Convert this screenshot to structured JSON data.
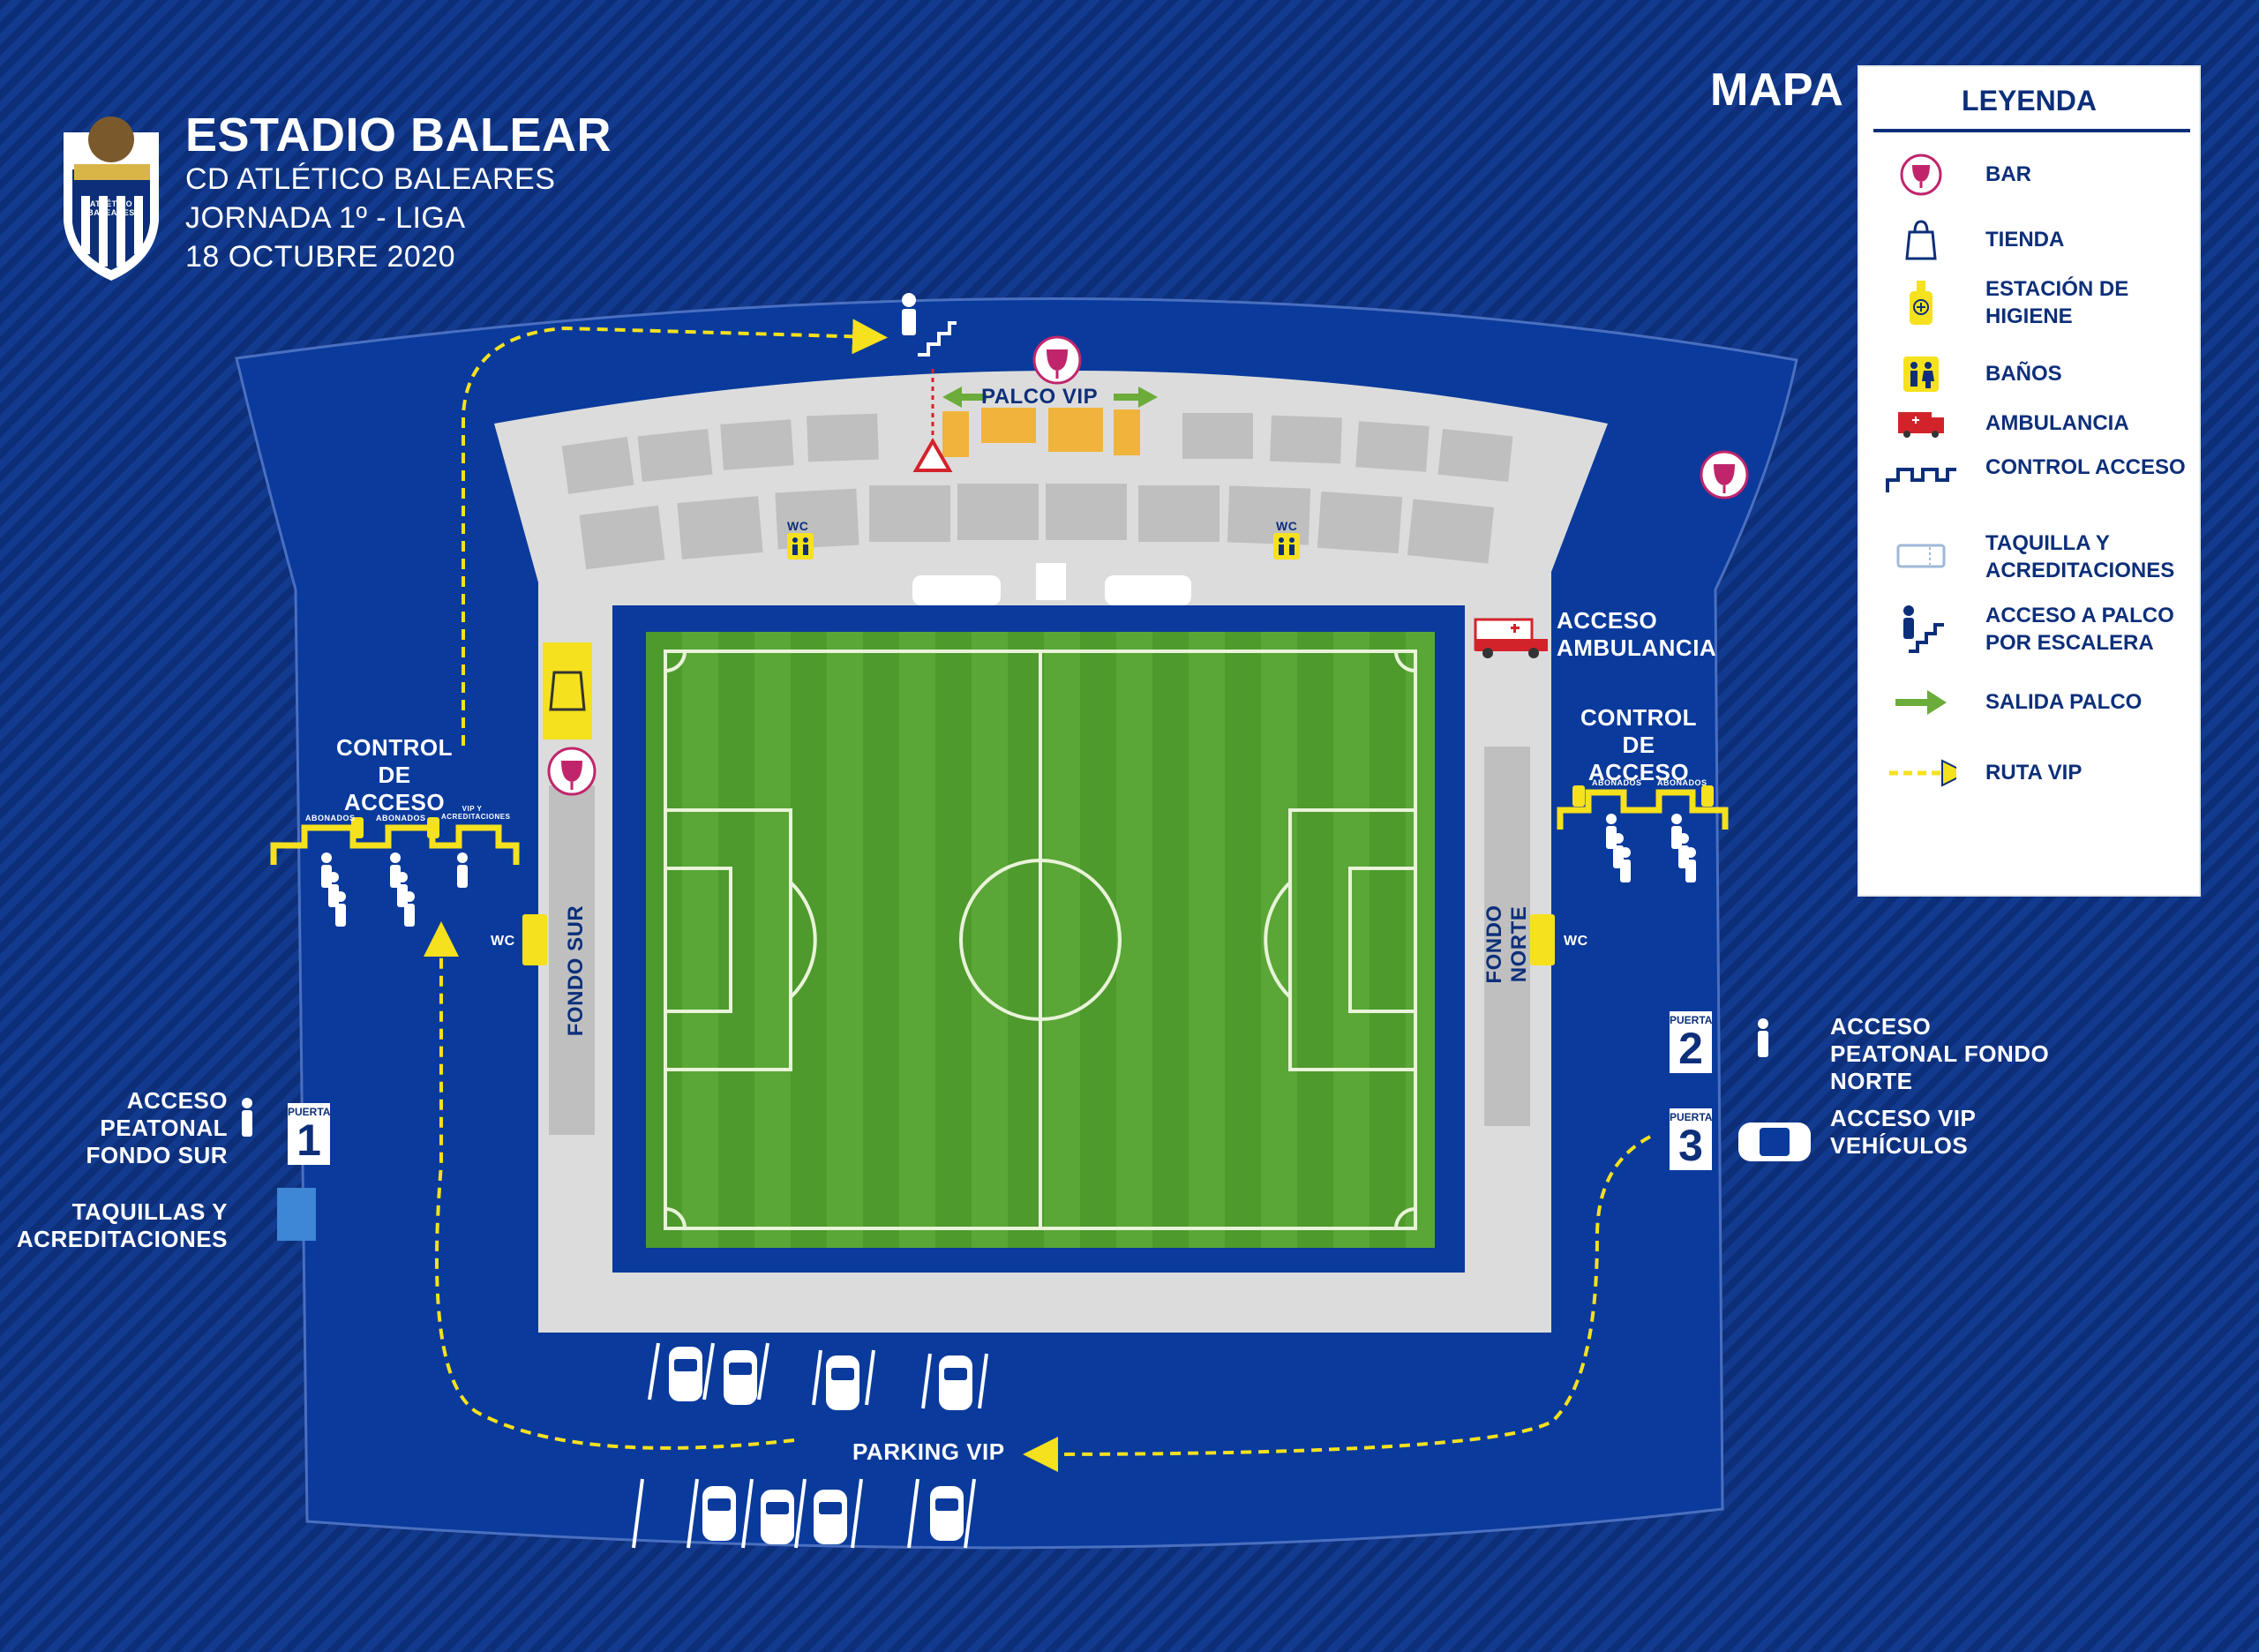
{
  "header": {
    "title": "ESTADIO BALEAR",
    "club": "CD ATLÉTICO BALEARES",
    "matchday": "JORNADA 1º - LIGA",
    "date": "18 OCTUBRE 2020",
    "crest_text": "ATLÉTICO BALEARES"
  },
  "map_label": "MAPA",
  "legend": {
    "title": "LEYENDA",
    "items": [
      {
        "icon": "bar-icon",
        "label": "BAR"
      },
      {
        "icon": "shopping-bag-icon",
        "label": "TIENDA"
      },
      {
        "icon": "hand-sanitizer-icon",
        "label": "ESTACIÓN DE HIGIENE"
      },
      {
        "icon": "restroom-icon",
        "label": "BAÑOS"
      },
      {
        "icon": "ambulance-icon",
        "label": "AMBULANCIA"
      },
      {
        "icon": "access-control-icon",
        "label": "CONTROL ACCESO"
      },
      {
        "icon": "ticket-icon",
        "label": "TAQUILLA Y ACREDITACIONES"
      },
      {
        "icon": "stairs-icon",
        "label": "ACCESO A PALCO POR ESCALERA"
      },
      {
        "icon": "green-arrow-icon",
        "label": "SALIDA PALCO"
      },
      {
        "icon": "dashed-arrow-icon",
        "label": "RUTA VIP"
      }
    ]
  },
  "labels": {
    "palco_vip": "PALCO VIP",
    "wc": "WC",
    "fondo_sur": "FONDO SUR",
    "fondo_norte": "FONDO NORTE",
    "control_acceso_left": "CONTROL DE ACCESO",
    "control_acceso_right": "CONTROL DE ACCESO",
    "acceso_ambulancia": "ACCESO AMBULANCIA",
    "acceso_peatonal_sur": "ACCESO PEATONAL FONDO SUR",
    "taquillas": "TAQUILLAS Y ACREDITACIONES",
    "acceso_peatonal_norte": "ACCESO PEATONAL FONDO NORTE",
    "acceso_vip_vehiculos": "ACCESO VIP VEHÍCULOS",
    "parking_vip": "PARKING VIP",
    "abonados": "ABONADOS",
    "vip_acreditaciones": "VIP Y ACREDITACIONES"
  },
  "gates": [
    {
      "label": "PUERTA",
      "number": "1"
    },
    {
      "label": "PUERTA",
      "number": "2"
    },
    {
      "label": "PUERTA",
      "number": "3"
    }
  ],
  "colors": {
    "background": "#0d2f7a",
    "venue": "#0a3a9c",
    "stands": "#dcdcdc",
    "pitch": "#4e9a2d",
    "accent_yellow": "#f5e11d",
    "exit_green": "#6cac3a",
    "bar_magenta": "#c0256c",
    "ambulance_red": "#d3232a",
    "vip_box": "#f0b43c"
  }
}
